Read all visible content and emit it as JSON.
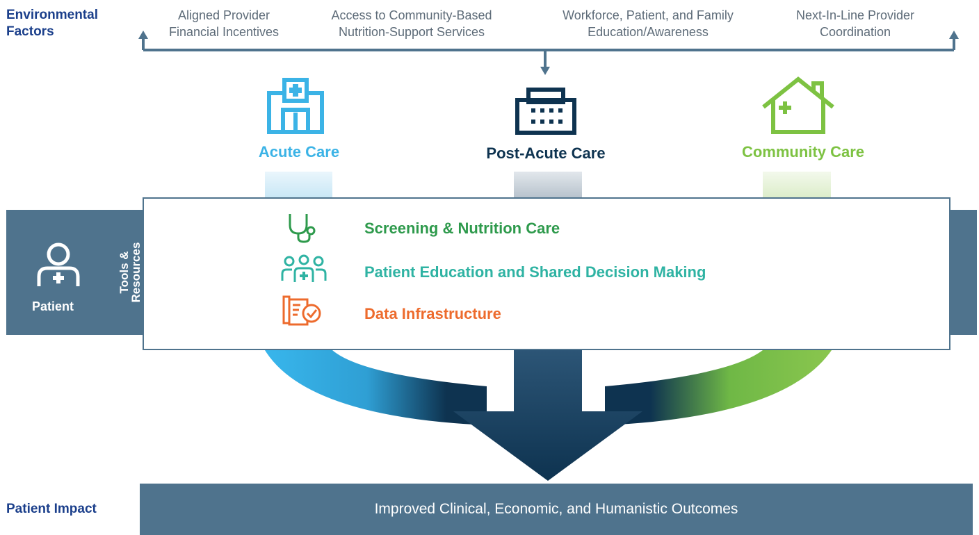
{
  "environmental": {
    "title": "Environmental Factors",
    "factors": [
      {
        "line1": "Aligned Provider",
        "line2": "Financial Incentives"
      },
      {
        "line1": "Access to Community-Based",
        "line2": "Nutrition-Support Services"
      },
      {
        "line1": "Workforce, Patient, and Family",
        "line2": "Education/Awareness"
      },
      {
        "line1": "Next-In-Line Provider",
        "line2": "Coordination"
      }
    ]
  },
  "care_settings": [
    {
      "label": "Acute Care",
      "icon": "hospital-icon",
      "color": "#3bb3e6"
    },
    {
      "label": "Post-Acute Care",
      "icon": "building-icon",
      "color": "#0e3350"
    },
    {
      "label": "Community Care",
      "icon": "house-medical-icon",
      "color": "#7dc242"
    }
  ],
  "patient": {
    "label": "Patient",
    "tools_line1": "Tools &",
    "tools_line2": "Resources"
  },
  "tools": [
    {
      "label": "Screening & Nutrition Care",
      "icon": "stethoscope-icon",
      "color": "#2e9a4c"
    },
    {
      "label": "Patient Education and Shared Decision Making",
      "icon": "people-icon",
      "color": "#2fb3a3"
    },
    {
      "label": "Data Infrastructure",
      "icon": "document-check-icon",
      "color": "#ed6b2d"
    }
  ],
  "impact": {
    "label": "Patient Impact",
    "outcome": "Improved Clinical, Economic, and Humanistic Outcomes"
  },
  "colors": {
    "navy_title": "#1b3f8b",
    "slate": "#4f738d",
    "dark_navy": "#0e3350",
    "acute_blue": "#3bb3e6",
    "community_green": "#7dc242"
  }
}
